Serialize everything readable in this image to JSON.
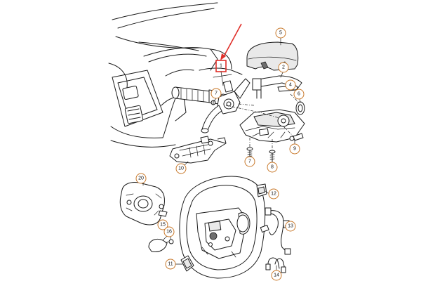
{
  "highlight_label": "1",
  "callouts": [
    {
      "id": "c5",
      "label": "5"
    },
    {
      "id": "c2",
      "label": "2"
    },
    {
      "id": "c7a",
      "label": "7"
    },
    {
      "id": "c4",
      "label": "4"
    },
    {
      "id": "c6",
      "label": "6"
    },
    {
      "id": "c9",
      "label": "9"
    },
    {
      "id": "c7b",
      "label": "7"
    },
    {
      "id": "c8",
      "label": "8"
    },
    {
      "id": "c10",
      "label": "10"
    },
    {
      "id": "c20",
      "label": "20"
    },
    {
      "id": "c12",
      "label": "12"
    },
    {
      "id": "c15",
      "label": "15"
    },
    {
      "id": "c16",
      "label": "16"
    },
    {
      "id": "c13",
      "label": "13"
    },
    {
      "id": "c11",
      "label": "11"
    },
    {
      "id": "c14",
      "label": "14"
    }
  ],
  "colors": {
    "callout_border": "#c8782a",
    "highlight": "#e0302a",
    "line": "#1a1a1a"
  }
}
